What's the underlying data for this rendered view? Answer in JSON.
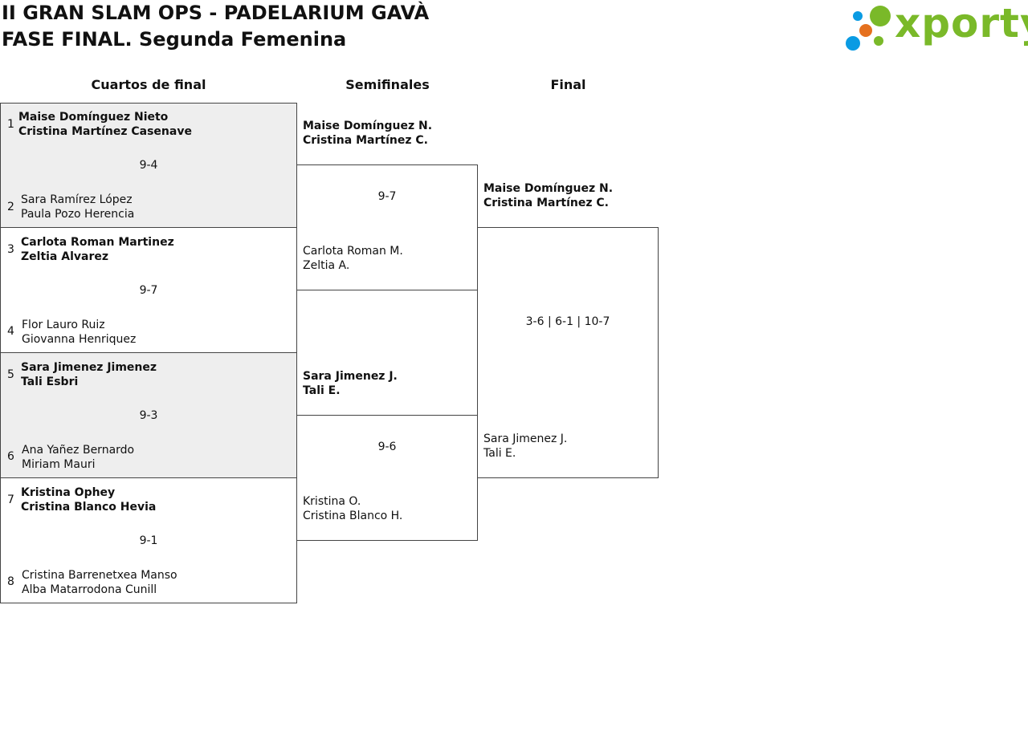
{
  "header": {
    "title_line1": "II GRAN SLAM OPS - PADELARIUM GAVÀ",
    "title_line2": "FASE FINAL. Segunda Femenina"
  },
  "logo": {
    "text": "xporty",
    "dot_colors": [
      "#0a9be3",
      "#7ab929",
      "#e5701e",
      "#0a9be3"
    ],
    "text_color": "#7ab929"
  },
  "rounds": {
    "quarter": "Cuartos de final",
    "semi": "Semifinales",
    "final": "Final"
  },
  "quarterfinals": [
    {
      "top": {
        "seed": "1",
        "p1": "Maise Domínguez Nieto",
        "p2": "Cristina Martínez Casenave"
      },
      "bottom": {
        "seed": "2",
        "p1": "Sara Ramírez López",
        "p2": "Paula Pozo Herencia"
      },
      "score": "9-4"
    },
    {
      "top": {
        "seed": "3",
        "p1": "Carlota Roman Martinez",
        "p2": "Zeltia Alvarez"
      },
      "bottom": {
        "seed": "4",
        "p1": "Flor Lauro Ruiz",
        "p2": "Giovanna Henriquez"
      },
      "score": "9-7"
    },
    {
      "top": {
        "seed": "5",
        "p1": "Sara Jimenez Jimenez",
        "p2": "Tali Esbri"
      },
      "bottom": {
        "seed": "6",
        "p1": "Ana Yañez Bernardo",
        "p2": "Miriam Mauri"
      },
      "score": "9-3"
    },
    {
      "top": {
        "seed": "7",
        "p1": "Kristina Ophey",
        "p2": "Cristina Blanco Hevia"
      },
      "bottom": {
        "seed": "8",
        "p1": "Cristina Barrenetxea Manso",
        "p2": "Alba Matarrodona Cunill"
      },
      "score": "9-1"
    }
  ],
  "semifinals": [
    {
      "top": {
        "p1": "Maise Domínguez N.",
        "p2": "Cristina Martínez C."
      },
      "bottom": {
        "p1": "Carlota Roman M.",
        "p2": "Zeltia A."
      },
      "score": "9-7"
    },
    {
      "top": {
        "p1": "Sara Jimenez J.",
        "p2": "Tali E."
      },
      "bottom": {
        "p1": "Kristina O.",
        "p2": "Cristina Blanco H."
      },
      "score": "9-6"
    }
  ],
  "final": {
    "top": {
      "p1": "Maise Domínguez N.",
      "p2": "Cristina Martínez C."
    },
    "bottom": {
      "p1": "Sara Jimenez J.",
      "p2": "Tali E."
    },
    "score": "3-6 | 6-1 | 10-7"
  }
}
